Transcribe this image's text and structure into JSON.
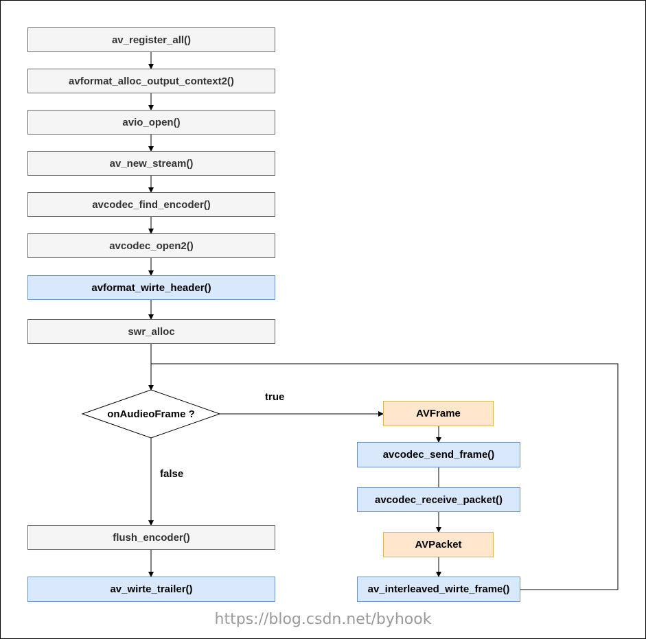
{
  "nodes": {
    "register_all": "av_register_all()",
    "alloc_output": "avformat_alloc_output_context2()",
    "avio_open": "avio_open()",
    "new_stream": "av_new_stream()",
    "find_encoder": "avcodec_find_encoder()",
    "codec_open": "avcodec_open2()",
    "write_header": "avformat_wirte_header()",
    "swr_alloc": "swr_alloc",
    "decision": "onAudieoFrame ?",
    "av_frame": "AVFrame",
    "send_frame": "avcodec_send_frame()",
    "receive_packet": "avcodec_receive_packet()",
    "av_packet": "AVPacket",
    "interleaved_write": "av_interleaved_wirte_frame()",
    "flush_encoder": "flush_encoder()",
    "write_trailer": "av_wirte_trailer()"
  },
  "edges": {
    "true_label": "true",
    "false_label": "false"
  },
  "watermark": "https://blog.csdn.net/byhook",
  "colors": {
    "gray_fill": "#f5f5f5",
    "gray_stroke": "#666666",
    "blue_fill": "#dae8fc",
    "blue_stroke": "#6c8ebf",
    "orange_fill": "#ffe6cc",
    "orange_stroke": "#d6b656"
  }
}
